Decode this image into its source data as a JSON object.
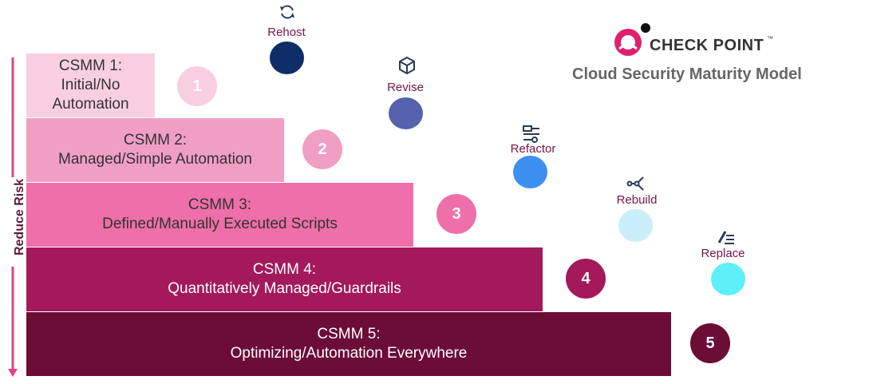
{
  "brand": {
    "name": "CHECK POINT",
    "tm": "™",
    "subtitle": "Cloud Security Maturity Model"
  },
  "axis": {
    "label": "Reduce Risk"
  },
  "levels": [
    {
      "line1": "CSMM 1:",
      "line2": "Initial/No",
      "line3": "Automation",
      "number": "1",
      "color": "#f8cfe0"
    },
    {
      "line1": "CSMM 2:",
      "line2": "Managed/Simple Automation",
      "number": "2",
      "color": "#f19ec3"
    },
    {
      "line1": "CSMM 3:",
      "line2": "Defined/Manually Executed Scripts",
      "number": "3",
      "color": "#ee6fa9"
    },
    {
      "line1": "CSMM 4:",
      "line2": "Quantitatively Managed/Guardrails",
      "number": "4",
      "color": "#a3195b"
    },
    {
      "line1": "CSMM 5:",
      "line2": "Optimizing/Automation Everywhere",
      "number": "5",
      "color": "#6c0d36"
    }
  ],
  "strategies": [
    {
      "label": "Rehost",
      "icon": "refresh-icon",
      "color": "#0f2d66"
    },
    {
      "label": "Revise",
      "icon": "cube-icon",
      "color": "#5562ad"
    },
    {
      "label": "Refactor",
      "icon": "sliders-icon",
      "color": "#3d8ff0"
    },
    {
      "label": "Rebuild",
      "icon": "share-nodes-icon",
      "color": "#cbeefb"
    },
    {
      "label": "Replace",
      "icon": "edit-list-icon",
      "color": "#5df0f8"
    }
  ]
}
